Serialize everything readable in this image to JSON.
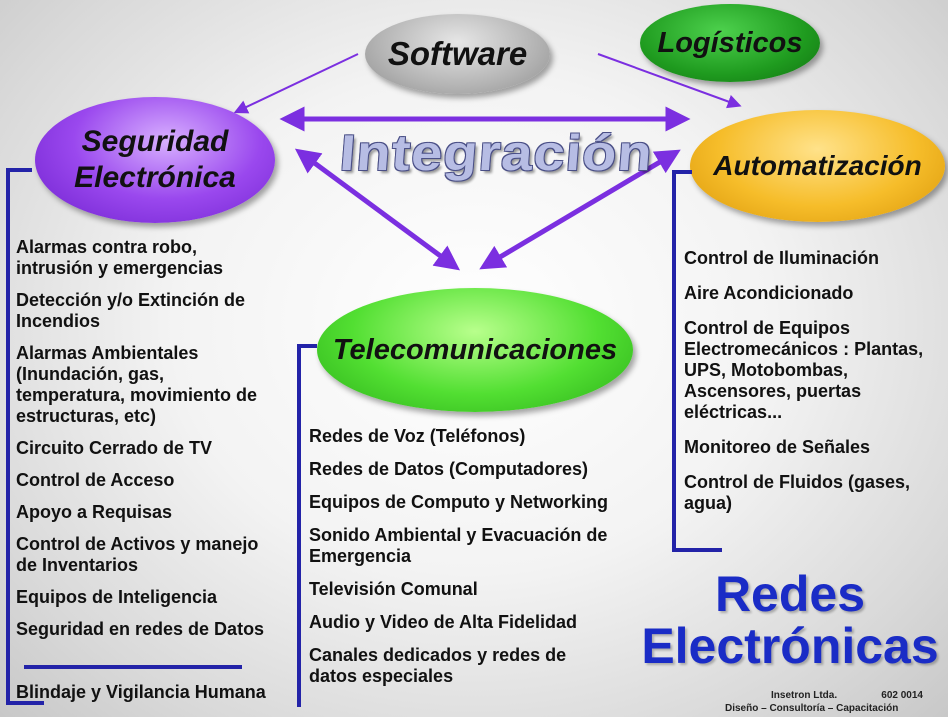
{
  "nodes": {
    "software": "Software",
    "logisticos": "Logísticos",
    "seguridad_line1": "Seguridad",
    "seguridad_line2": "Electrónica",
    "automatizacion": "Automatización",
    "telecomunicaciones": "Telecomunicaciones"
  },
  "center_title": "Integración",
  "seguridad_items": [
    "Alarmas contra robo, intrusión y emergencias",
    "Detección y/o Extinción de Incendios",
    "Alarmas Ambientales (Inundación, gas, temperatura, movimiento de estructuras, etc)",
    "Circuito Cerrado de TV",
    "Control de Acceso",
    "Apoyo a Requisas",
    "Control de Activos y manejo de Inventarios",
    "Equipos de Inteligencia",
    "Seguridad en redes de Datos"
  ],
  "seguridad_extra": "Blindaje y Vigilancia Humana",
  "telecom_items": [
    "Redes de Voz (Teléfonos)",
    "Redes de Datos (Computadores)",
    "Equipos de Computo y Networking",
    "Sonido Ambiental y Evacuación de Emergencia",
    "Televisión Comunal",
    "Audio y Video de Alta Fidelidad",
    "Canales dedicados y redes de datos especiales"
  ],
  "automatizacion_items": [
    "Control de Iluminación",
    "Aire Acondicionado",
    "Control de Equipos Electromecánicos : Plantas, UPS, Motobombas, Ascensores, puertas eléctricas...",
    "Monitoreo de Señales",
    "Control de Fluidos (gases, agua)"
  ],
  "big_title_line1": "Redes",
  "big_title_line2": "Electrónicas",
  "footer": {
    "company": "Insetron Ltda.",
    "phone": "602 0014",
    "tagline": "Diseño – Consultoría – Capacitación"
  },
  "colors": {
    "arrow": "#7b2fe0",
    "bracket": "#2323a8",
    "title": "#1a2cc6"
  }
}
